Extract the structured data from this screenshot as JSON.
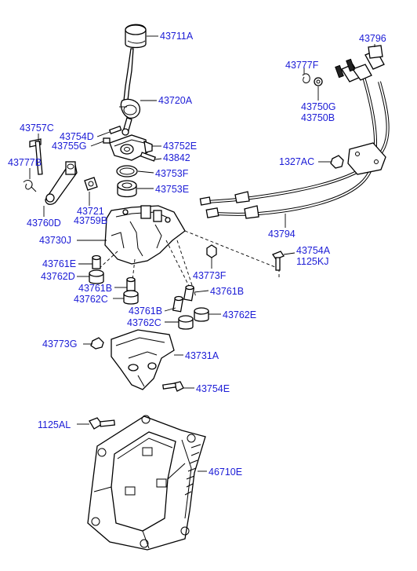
{
  "diagram": {
    "labels": {
      "p43711A": "43711A",
      "p43720A": "43720A",
      "p43757C": "43757C",
      "p43754D": "43754D",
      "p43755G": "43755G",
      "p43752E": "43752E",
      "p43842": "43842",
      "p43777B": "43777B",
      "p43753F": "43753F",
      "p43753E": "43753E",
      "p43760D": "43760D",
      "p43721": "43721",
      "p43759B": "43759B",
      "p43730J": "43730J",
      "p43761E": "43761E",
      "p43762D": "43762D",
      "p43761B_a": "43761B",
      "p43762C_a": "43762C",
      "p43773F": "43773F",
      "p43761B_b": "43761B",
      "p43761B_c": "43761B",
      "p43762C_b": "43762C",
      "p43762E": "43762E",
      "p43754A": "43754A",
      "p1125KJ": "1125KJ",
      "p43796": "43796",
      "p43777F": "43777F",
      "p43750G": "43750G",
      "p43750B": "43750B",
      "p1327AC": "1327AC",
      "p43794": "43794",
      "p43773G": "43773G",
      "p43731A": "43731A",
      "p43754E": "43754E",
      "p1125AL": "1125AL",
      "p46710E": "46710E"
    },
    "label_color": "#1c1cd6",
    "line_color": "#000000"
  }
}
